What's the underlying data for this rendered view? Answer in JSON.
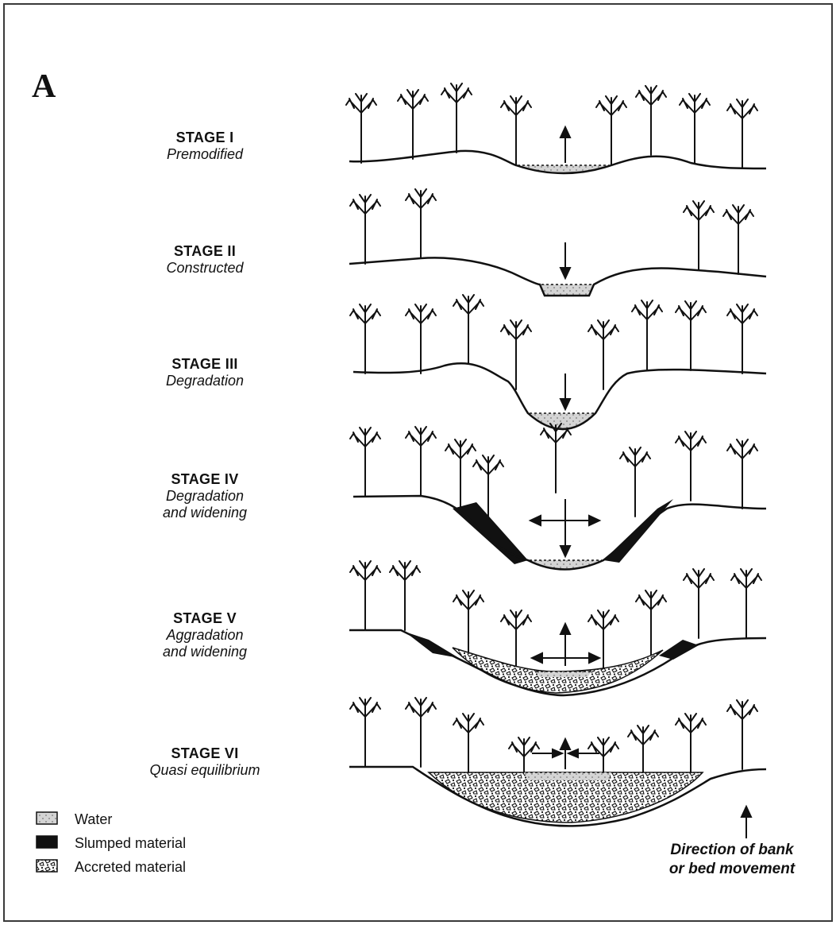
{
  "figure": {
    "panel_letter": "A"
  },
  "stages": [
    {
      "number": "STAGE I",
      "name_line1": "Premodified",
      "name_line2": ""
    },
    {
      "number": "STAGE II",
      "name_line1": "Constructed",
      "name_line2": ""
    },
    {
      "number": "STAGE III",
      "name_line1": "Degradation",
      "name_line2": ""
    },
    {
      "number": "STAGE IV",
      "name_line1": "Degradation",
      "name_line2": "and widening"
    },
    {
      "number": "STAGE V",
      "name_line1": "Aggradation",
      "name_line2": "and widening"
    },
    {
      "number": "STAGE VI",
      "name_line1": "Quasi equilibrium",
      "name_line2": ""
    }
  ],
  "legend": {
    "items": [
      {
        "label": "Water",
        "pattern": "water"
      },
      {
        "label": "Slumped material",
        "pattern": "slumped"
      },
      {
        "label": "Accreted material",
        "pattern": "accreted"
      }
    ]
  },
  "direction_note": {
    "line1": "Direction of bank",
    "line2": "or bed movement"
  },
  "colors": {
    "ink": "#111111",
    "water": "#d4d4d4",
    "background": "#ffffff"
  }
}
